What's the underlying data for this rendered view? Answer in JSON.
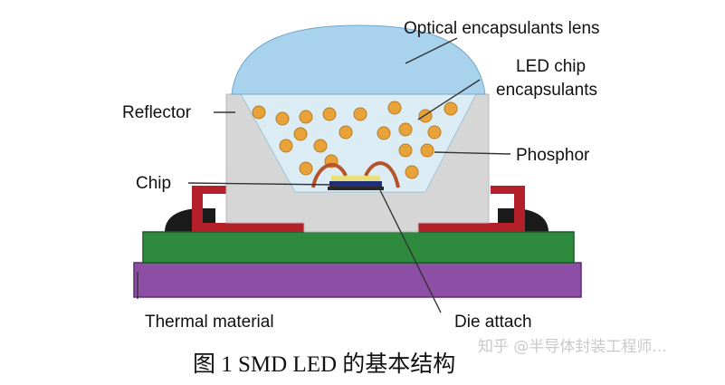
{
  "labels": {
    "lens": "Optical encapsulants lens",
    "encap_line1": "LED chip",
    "encap_line2": "encapsulants",
    "reflector": "Reflector",
    "phosphor": "Phosphor",
    "chip": "Chip",
    "thermal": "Thermal material",
    "die_attach": "Die attach"
  },
  "caption": "图 1    SMD LED 的基本结构",
  "watermark": "知乎 @半导体封装工程师...",
  "colors": {
    "lens": "#a9d2ec",
    "encapsulant": "#dcecf5",
    "reflector": "#d6d6d6",
    "lead_frame": "#b3202a",
    "pcb": "#2e8b3e",
    "thermal": "#8d4fa6",
    "phosphor": "#e8a23a",
    "solder": "#1a1a1a",
    "chip": "#1f2f7a",
    "wire": "#b5532a"
  }
}
